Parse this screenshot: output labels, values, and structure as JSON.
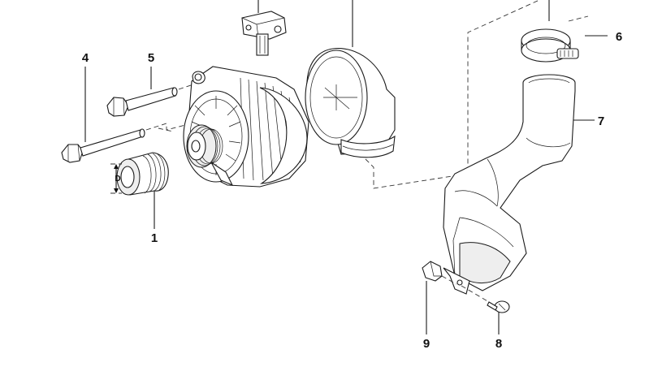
{
  "diagram": {
    "callouts": [
      {
        "id": "callout-1",
        "label": "1"
      },
      {
        "id": "callout-4",
        "label": "4"
      },
      {
        "id": "callout-5",
        "label": "5"
      },
      {
        "id": "callout-6",
        "label": "6"
      },
      {
        "id": "callout-7",
        "label": "7"
      },
      {
        "id": "callout-8",
        "label": "8"
      },
      {
        "id": "callout-9",
        "label": "9"
      }
    ],
    "dimension_label": "D"
  }
}
